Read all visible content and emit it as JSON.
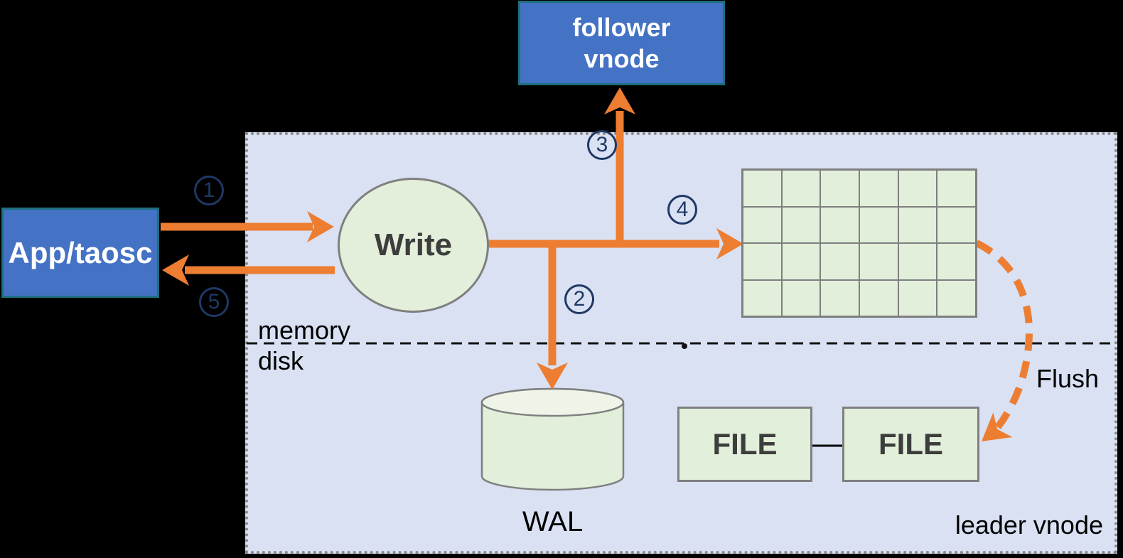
{
  "nodes": {
    "app": {
      "label": "App/taosc"
    },
    "follower_vnode": {
      "label": "follower vnode"
    },
    "write": {
      "label": "Write"
    },
    "wal": {
      "label": "WAL"
    },
    "file_left": {
      "label": "FILE"
    },
    "file_right": {
      "label": "FILE"
    }
  },
  "labels": {
    "memory": "memory",
    "disk": "disk",
    "flush": "Flush",
    "leader_vnode": "leader vnode"
  },
  "steps": [
    {
      "label": "1"
    },
    {
      "label": "2"
    },
    {
      "label": "3"
    },
    {
      "label": "4"
    },
    {
      "label": "5"
    }
  ],
  "memtable_grid": {
    "rows": 4,
    "cols": 6
  },
  "colors": {
    "background": "#000000",
    "region_fill": "#d9e1f3",
    "region_border": "#8c8c8c",
    "node_blue_fill": "#4472c4",
    "node_blue_border": "#1d6f7e",
    "shape_green_fill": "#e2efda",
    "shape_border_gray": "#7f7f7f",
    "arrow_orange": "#ed7d31",
    "step_navy": "#1f3864",
    "text_dark": "#3d3d3d"
  }
}
